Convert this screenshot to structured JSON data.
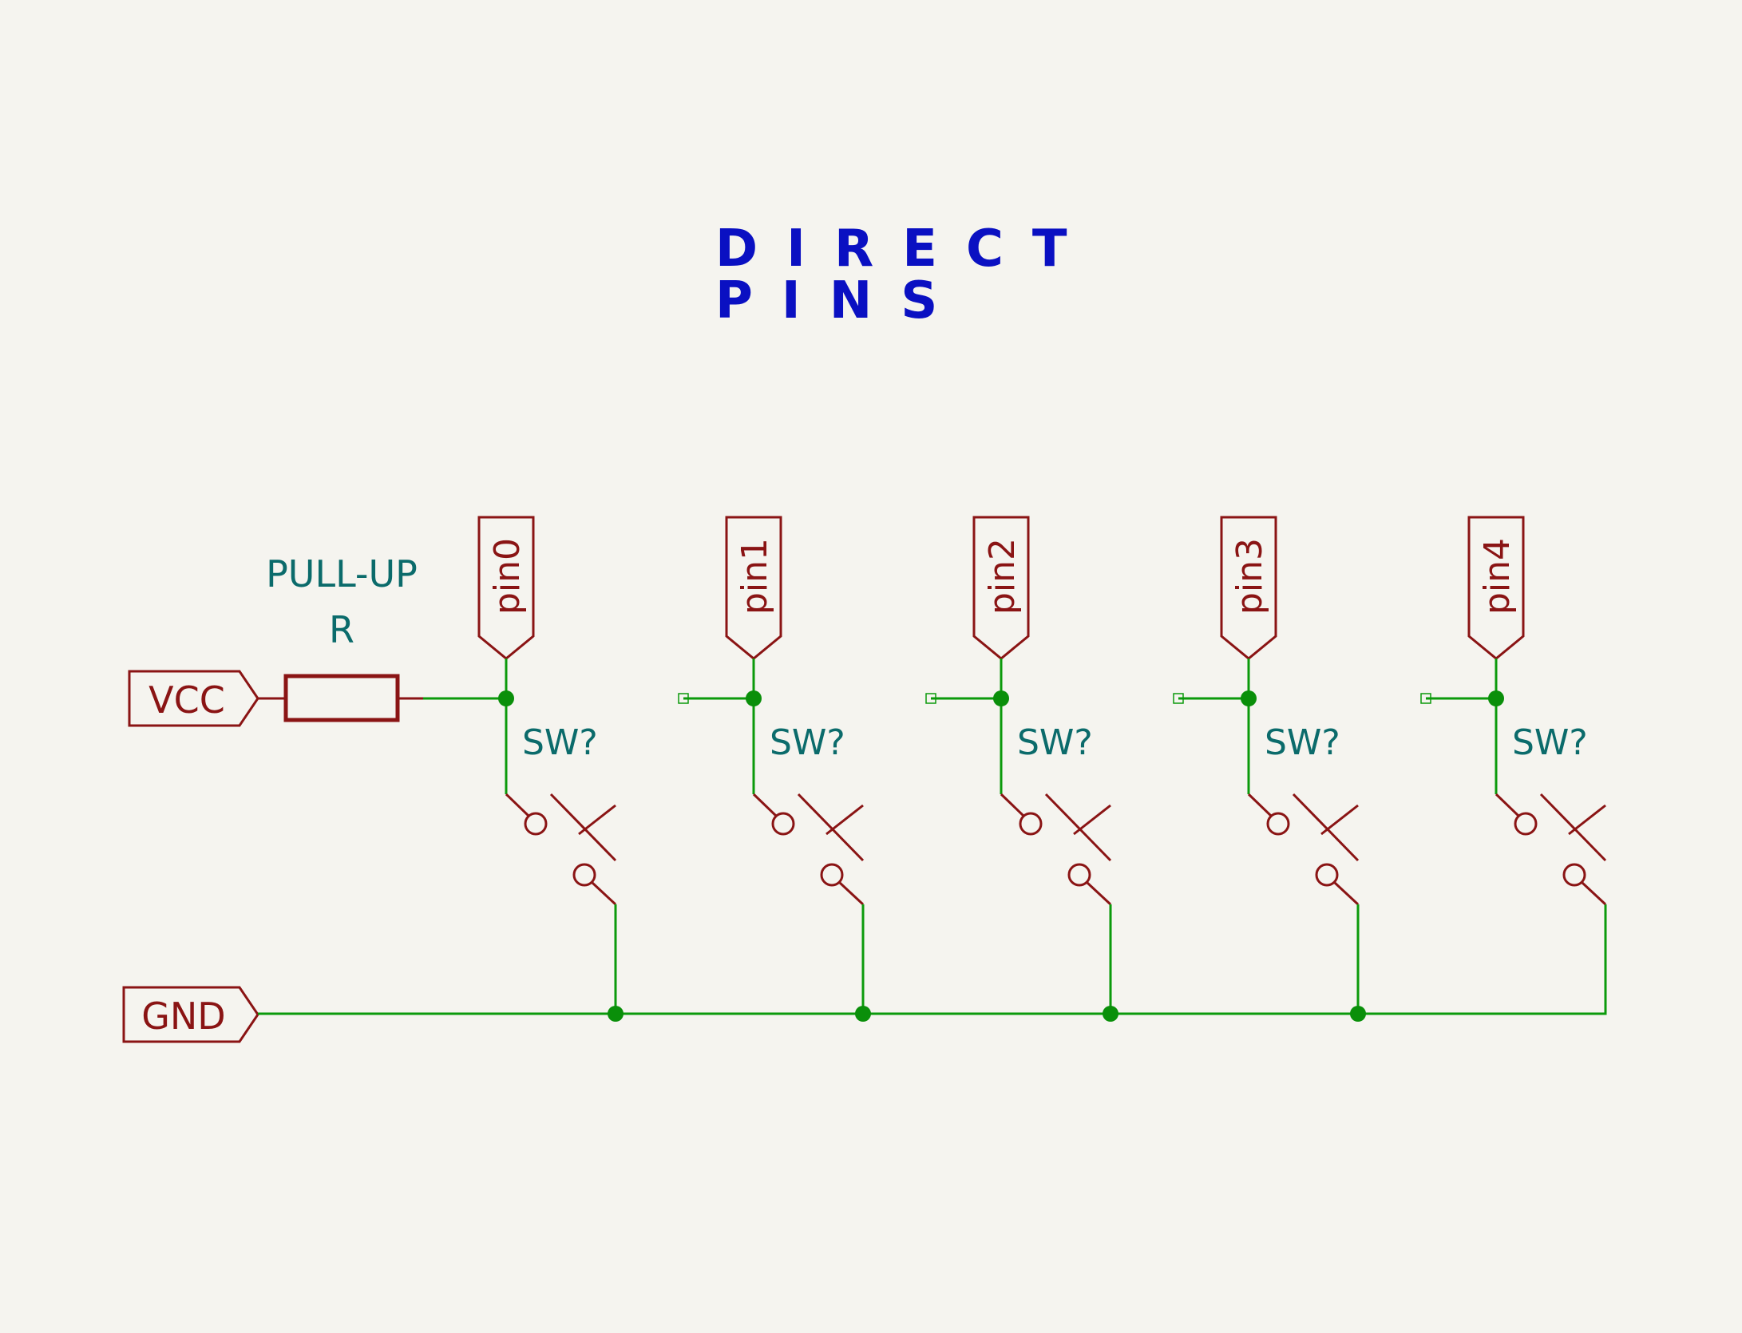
{
  "title": {
    "line1": "DIRECT",
    "line2": "PINS"
  },
  "resistor": {
    "name_line1": "PULL-UP",
    "name_line2": "R"
  },
  "power": {
    "vcc_label": "VCC",
    "gnd_label": "GND"
  },
  "pins": [
    {
      "net": "pin0",
      "switch_ref": "SW?"
    },
    {
      "net": "pin1",
      "switch_ref": "SW?"
    },
    {
      "net": "pin2",
      "switch_ref": "SW?"
    },
    {
      "net": "pin3",
      "switch_ref": "SW?"
    },
    {
      "net": "pin4",
      "switch_ref": "SW?"
    }
  ],
  "colors": {
    "background": "#f5f4ef",
    "wire": "#0b9a0b",
    "junction": "#0a8f0a",
    "component": "#8a1414",
    "label_text": "#0b6b6b",
    "title": "#0a10c2"
  }
}
